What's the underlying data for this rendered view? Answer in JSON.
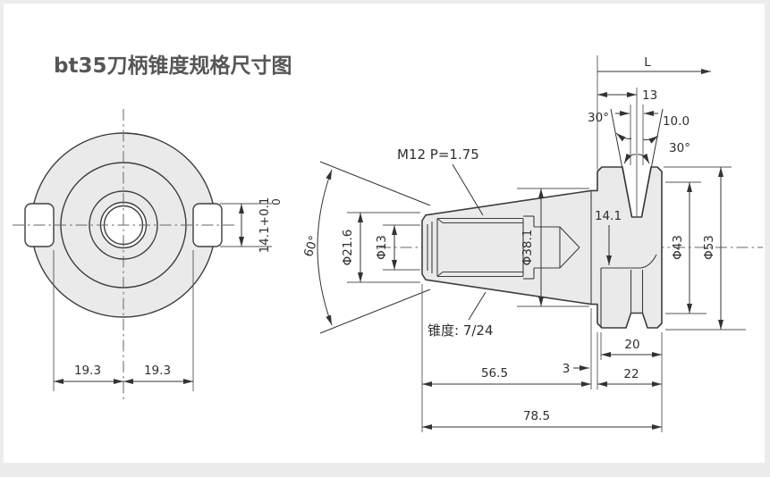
{
  "page": {
    "title": "bt35刀柄锥度规格尺寸图"
  },
  "front_view": {
    "slot_width_dim": "14.1+0.1",
    "slot_width_tol_lower": "0",
    "half_width_left": "19.3",
    "half_width_right": "19.3"
  },
  "side_view": {
    "thread_spec": "M12 P=1.75",
    "taper_ratio_label": "锥度: 7/24",
    "gauge_length_label": "L",
    "slot_center_offset": "13",
    "slot_width": "10.0",
    "slot_angle_left": "30°",
    "slot_angle_right": "30°",
    "center_angle": "60°",
    "small_end_dia": "Φ21.6",
    "bore_dia": "Φ13",
    "gauge_dia": "Φ38.1",
    "slot_depth": "14.1",
    "groove_dia": "Φ43",
    "flange_dia": "Φ53",
    "gauge_to_flange_gap": "3",
    "groove_width": "20",
    "flange_width": "22",
    "taper_length": "56.5",
    "total_length": "78.5"
  }
}
